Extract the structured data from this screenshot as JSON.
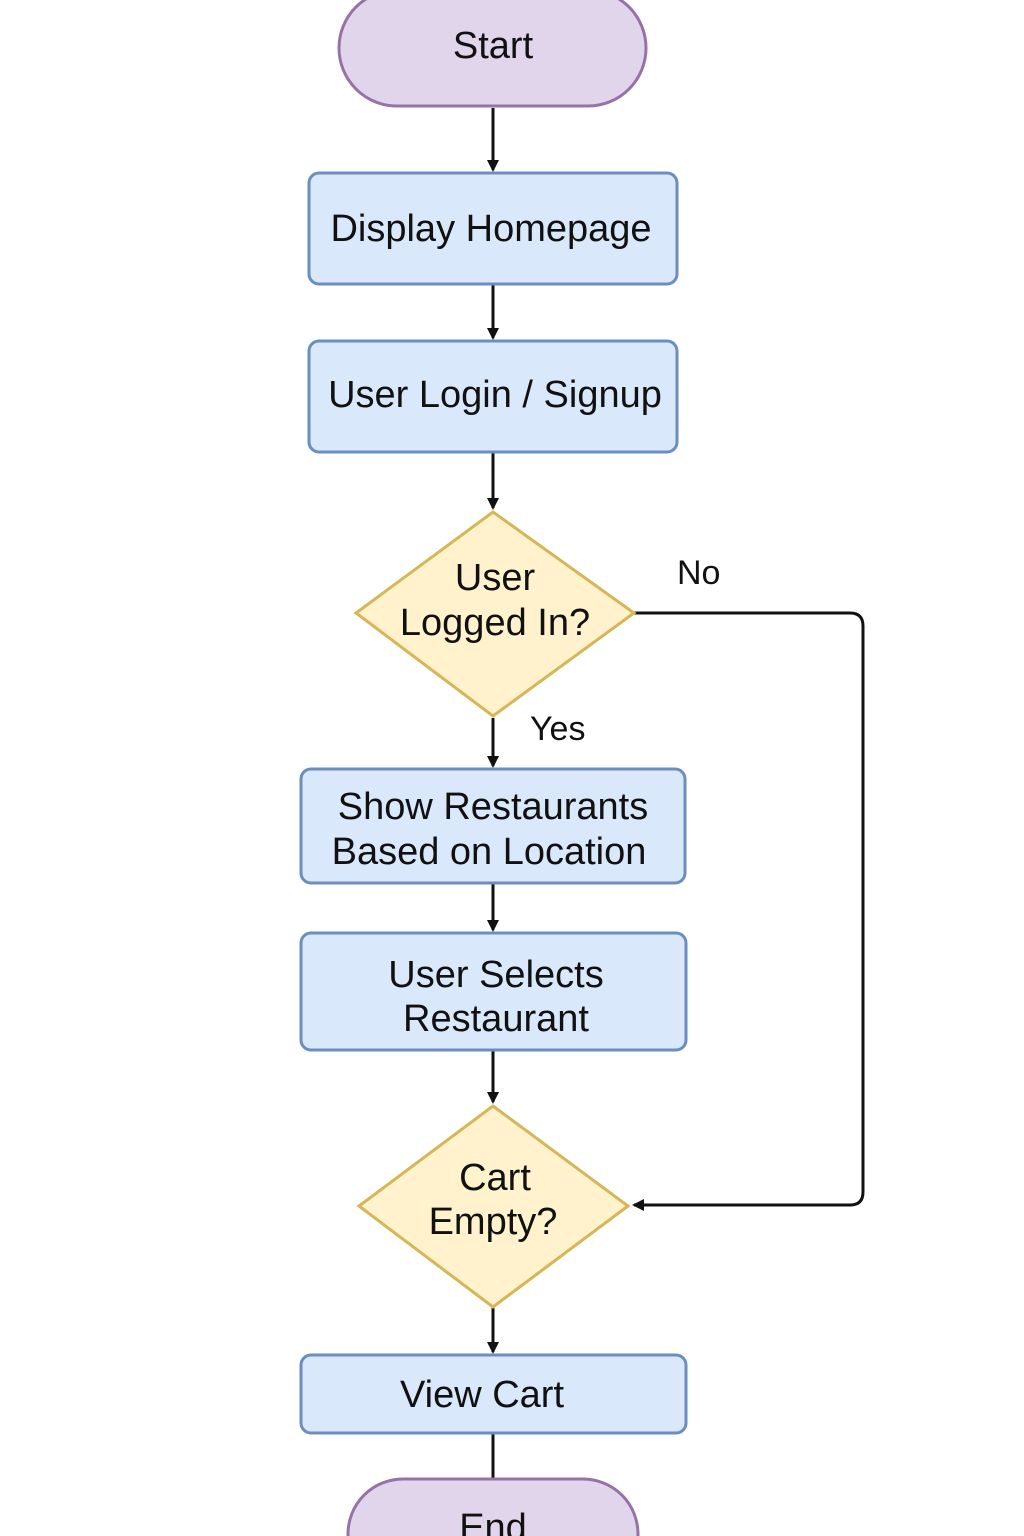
{
  "colors": {
    "terminal_fill": "#e1d5ec",
    "terminal_stroke": "#9673a6",
    "process_fill": "#dae8fc",
    "process_stroke": "#6c8ebf",
    "decision_fill": "#fff2cc",
    "decision_stroke": "#d6b656",
    "edge": "#111111"
  },
  "nodes": {
    "start": {
      "label": "Start"
    },
    "display_homepage": {
      "label": "Display Homepage"
    },
    "user_login": {
      "label": "User Login / Signup"
    },
    "user_logged_in": {
      "line1": "User",
      "line2": "Logged In?"
    },
    "show_restaurants": {
      "line1": "Show Restaurants",
      "line2": "Based on Location"
    },
    "user_selects": {
      "line1": "User Selects",
      "line2": "Restaurant"
    },
    "cart_empty": {
      "line1": "Cart",
      "line2": "Empty?"
    },
    "view_cart": {
      "label": "View Cart"
    },
    "end": {
      "label": "End"
    }
  },
  "edges": {
    "no_label": "No",
    "yes_label": "Yes"
  }
}
